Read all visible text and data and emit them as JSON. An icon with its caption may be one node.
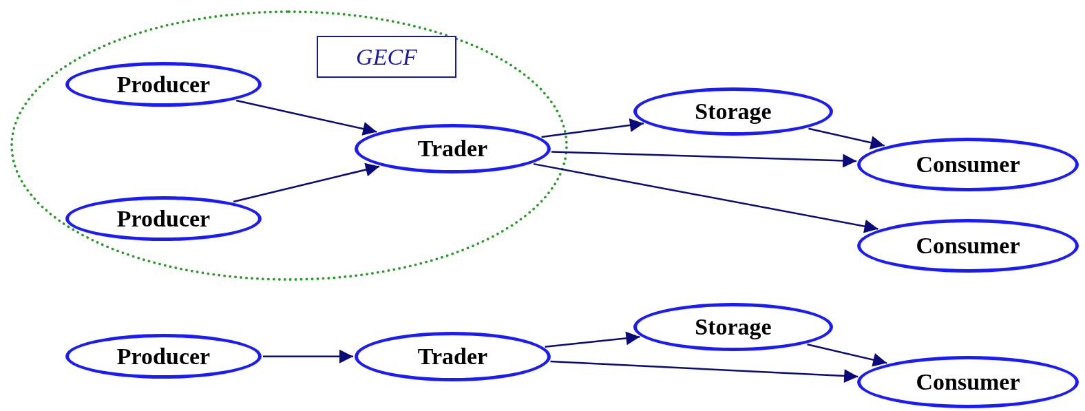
{
  "diagram": {
    "nodes": [
      {
        "text": [],
        "shape": "ellipse"
      },
      {
        "text": [
          "GECF"
        ],
        "in": 0
      },
      {
        "text": [
          "Producer"
        ],
        "in": 0
      },
      {
        "text": [
          "Producer"
        ],
        "in": 0
      },
      {
        "text": [
          "Trader"
        ],
        "in": 0
      },
      {
        "text": [
          "Storage"
        ]
      },
      {
        "text": [
          "Consumer"
        ]
      },
      {
        "text": [
          "Consumer"
        ]
      },
      {
        "text": [
          "Producer"
        ]
      },
      {
        "text": [
          "Trader"
        ]
      },
      {
        "text": [
          "Storage"
        ]
      },
      {
        "text": [
          "Consumer"
        ]
      }
    ],
    "edges": [
      {
        "from": 2,
        "to": 4,
        "arrow": "to"
      },
      {
        "from": 3,
        "to": 4,
        "arrow": "to"
      },
      {
        "from": 4,
        "to": 5,
        "arrow": "to"
      },
      {
        "from": 4,
        "to": 6,
        "arrow": "to"
      },
      {
        "from": 4,
        "to": 7,
        "arrow": "to"
      },
      {
        "from": 5,
        "to": 6,
        "arrow": "to"
      },
      {
        "from": 8,
        "to": 9,
        "arrow": "to"
      },
      {
        "from": 9,
        "to": 10,
        "arrow": "to"
      },
      {
        "from": 9,
        "to": 11,
        "arrow": "to"
      },
      {
        "from": 10,
        "to": 11,
        "arrow": "to"
      }
    ]
  }
}
